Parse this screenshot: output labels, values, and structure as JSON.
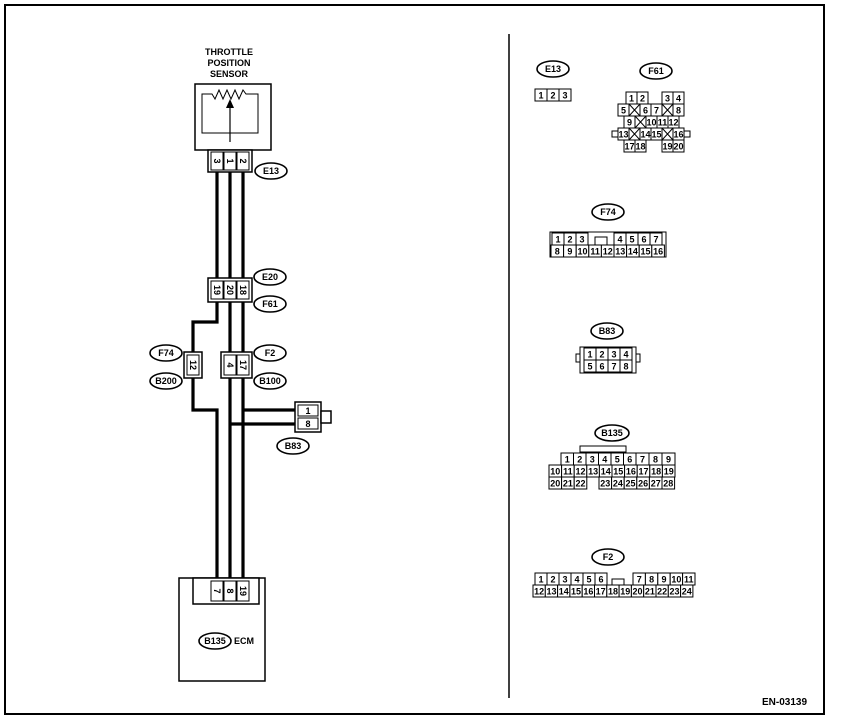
{
  "sensor": {
    "title_line1": "THROTTLE",
    "title_line2": "POSITION",
    "title_line3": "SENSOR",
    "pins": [
      "3",
      "1",
      "2"
    ],
    "connector": "E13"
  },
  "joint": {
    "pins": [
      "19",
      "20",
      "18"
    ],
    "connector_top": "E20",
    "connector_bottom": "F61"
  },
  "left_joint": {
    "pin": "12",
    "connector_top": "F74",
    "connector_bottom": "B200"
  },
  "mid_joint": {
    "pins": [
      "4",
      "17"
    ],
    "connector_top": "F2",
    "connector_bottom": "B100"
  },
  "b83_joint": {
    "pins": [
      "1",
      "8"
    ],
    "connector": "B83"
  },
  "ecm": {
    "pins": [
      "7",
      "8",
      "19"
    ],
    "connector": "B135",
    "label": "ECM"
  },
  "right": {
    "e13": {
      "label": "E13",
      "pins": [
        "1",
        "2",
        "3"
      ]
    },
    "f61": {
      "label": "F61",
      "rows": [
        [
          "1",
          "2",
          "3",
          "4"
        ],
        [
          "5",
          "6",
          "7",
          "8"
        ],
        [
          "9",
          "10",
          "11",
          "12"
        ],
        [
          "13",
          "14",
          "15",
          "16"
        ],
        [
          "17",
          "18",
          "19",
          "20"
        ]
      ]
    },
    "f74": {
      "label": "F74",
      "row1": [
        "1",
        "2",
        "3",
        "4",
        "5",
        "6",
        "7"
      ],
      "row2": [
        "8",
        "9",
        "10",
        "11",
        "12",
        "13",
        "14",
        "15",
        "16"
      ]
    },
    "b83": {
      "label": "B83",
      "row1": [
        "1",
        "2",
        "3",
        "4"
      ],
      "row2": [
        "5",
        "6",
        "7",
        "8"
      ]
    },
    "b135": {
      "label": "B135",
      "row1": [
        "1",
        "2",
        "3",
        "4",
        "5",
        "6",
        "7",
        "8",
        "9"
      ],
      "row2": [
        "10",
        "11",
        "12",
        "13",
        "14",
        "15",
        "16",
        "17",
        "18",
        "19"
      ],
      "row3": [
        "20",
        "21",
        "22",
        "23",
        "24",
        "25",
        "26",
        "27",
        "28"
      ]
    },
    "f2": {
      "label": "F2",
      "row1": [
        "1",
        "2",
        "3",
        "4",
        "5",
        "6",
        "7",
        "8",
        "9",
        "10",
        "11"
      ],
      "row2": [
        "12",
        "13",
        "14",
        "15",
        "16",
        "17",
        "18",
        "19",
        "20",
        "21",
        "22",
        "23",
        "24"
      ]
    }
  },
  "figure_code": "EN-03139"
}
